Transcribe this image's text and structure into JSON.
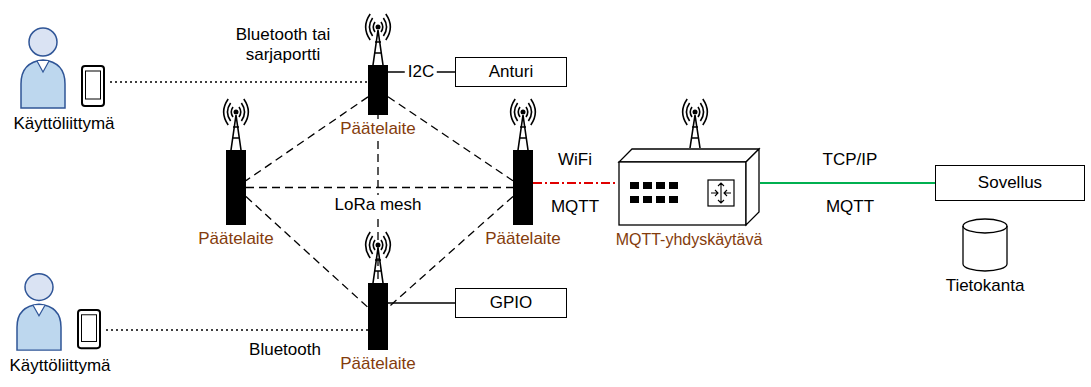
{
  "diagram": {
    "nodes": [
      {
        "text": [
          "Käyttöliittymä"
        ]
      },
      {
        "text": [
          "Päätelaite"
        ]
      },
      {
        "text": [
          "Anturi"
        ]
      },
      {
        "text": [
          "Päätelaite"
        ]
      },
      {
        "text": [
          "Päätelaite"
        ]
      },
      {
        "text": [
          "MQTT-yhdyskäytävä"
        ]
      },
      {
        "text": [
          "Sovellus"
        ]
      },
      {
        "text": [
          "Tietokanta"
        ]
      },
      {
        "text": [
          "Käyttöliittymä"
        ]
      },
      {
        "text": [
          "Päätelaite"
        ]
      },
      {
        "text": [
          "GPIO"
        ]
      }
    ],
    "edges": [
      {
        "from": 0,
        "to": 1,
        "arrow": "none",
        "label": "Bluetooth tai sarjaportti"
      },
      {
        "from": 1,
        "to": 2,
        "arrow": "none",
        "label": "I2C"
      },
      {
        "from": 1,
        "to": 3,
        "arrow": "none"
      },
      {
        "from": 1,
        "to": 4,
        "arrow": "none"
      },
      {
        "from": 1,
        "to": 9,
        "arrow": "none"
      },
      {
        "from": 3,
        "to": 4,
        "arrow": "none"
      },
      {
        "from": 3,
        "to": 9,
        "arrow": "none"
      },
      {
        "from": 4,
        "to": 9,
        "arrow": "none"
      },
      {
        "from": 4,
        "to": 5,
        "arrow": "none",
        "label": "WiFi"
      },
      {
        "from": 5,
        "to": 6,
        "arrow": "none",
        "label": "TCP/IP"
      },
      {
        "from": 8,
        "to": 9,
        "arrow": "none",
        "label": "Bluetooth"
      },
      {
        "from": 9,
        "to": 10,
        "arrow": "none"
      }
    ],
    "labels": [
      "LoRa mesh",
      "MQTT",
      "MQTT"
    ]
  }
}
